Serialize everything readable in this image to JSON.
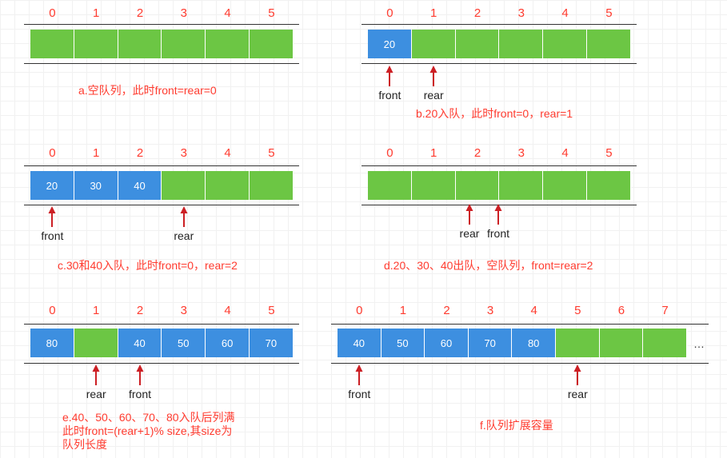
{
  "colors": {
    "empty_cell": "#6cc644",
    "filled_cell": "#3d8fe0",
    "index": "#ff3b2f",
    "caption": "#ff3b2f",
    "pointer": "#cc1f24"
  },
  "panels": [
    {
      "id": "a",
      "indices": [
        "0",
        "1",
        "2",
        "3",
        "4",
        "5"
      ],
      "cells": [
        "",
        "",
        "",
        "",
        "",
        ""
      ],
      "filled": [
        false,
        false,
        false,
        false,
        false,
        false
      ],
      "pointers": [],
      "caption": "a.空队列，此时front=rear=0"
    },
    {
      "id": "b",
      "indices": [
        "0",
        "1",
        "2",
        "3",
        "4",
        "5"
      ],
      "cells": [
        "20",
        "",
        "",
        "",
        "",
        ""
      ],
      "filled": [
        true,
        false,
        false,
        false,
        false,
        false
      ],
      "pointers": [
        {
          "label": "front",
          "cell": 0
        },
        {
          "label": "rear",
          "cell": 1
        }
      ],
      "caption": "b.20入队，此时front=0，rear=1"
    },
    {
      "id": "c",
      "indices": [
        "0",
        "1",
        "2",
        "3",
        "4",
        "5"
      ],
      "cells": [
        "20",
        "30",
        "40",
        "",
        "",
        ""
      ],
      "filled": [
        true,
        true,
        true,
        false,
        false,
        false
      ],
      "pointers": [
        {
          "label": "front",
          "cell": 0
        },
        {
          "label": "rear",
          "cell": 3
        }
      ],
      "caption": "c.30和40入队，此时front=0，rear=2"
    },
    {
      "id": "d",
      "indices": [
        "0",
        "1",
        "2",
        "3",
        "4",
        "5"
      ],
      "cells": [
        "",
        "",
        "",
        "",
        "",
        ""
      ],
      "filled": [
        false,
        false,
        false,
        false,
        false,
        false
      ],
      "pointers": [
        {
          "label": "rear",
          "cell": 2
        },
        {
          "label": "front",
          "cell": 2
        }
      ],
      "caption": "d.20、30、40出队，空队列，front=rear=2"
    },
    {
      "id": "e",
      "indices": [
        "0",
        "1",
        "2",
        "3",
        "4",
        "5"
      ],
      "cells": [
        "80",
        "",
        "40",
        "50",
        "60",
        "70"
      ],
      "filled": [
        true,
        false,
        true,
        true,
        true,
        true
      ],
      "pointers": [
        {
          "label": "rear",
          "cell": 1
        },
        {
          "label": "front",
          "cell": 2
        }
      ],
      "caption": "e.40、50、60、70、80入队后列满\n此时front=(rear+1)% size,其size为\n队列长度"
    },
    {
      "id": "f",
      "indices": [
        "0",
        "1",
        "2",
        "3",
        "4",
        "5",
        "6",
        "7"
      ],
      "cells": [
        "40",
        "50",
        "60",
        "70",
        "80",
        "",
        "",
        ""
      ],
      "filled": [
        true,
        true,
        true,
        true,
        true,
        false,
        false,
        false
      ],
      "pointers": [
        {
          "label": "front",
          "cell": 0
        },
        {
          "label": "rear",
          "cell": 5
        }
      ],
      "more": "…",
      "caption": "f.队列扩展容量"
    }
  ]
}
